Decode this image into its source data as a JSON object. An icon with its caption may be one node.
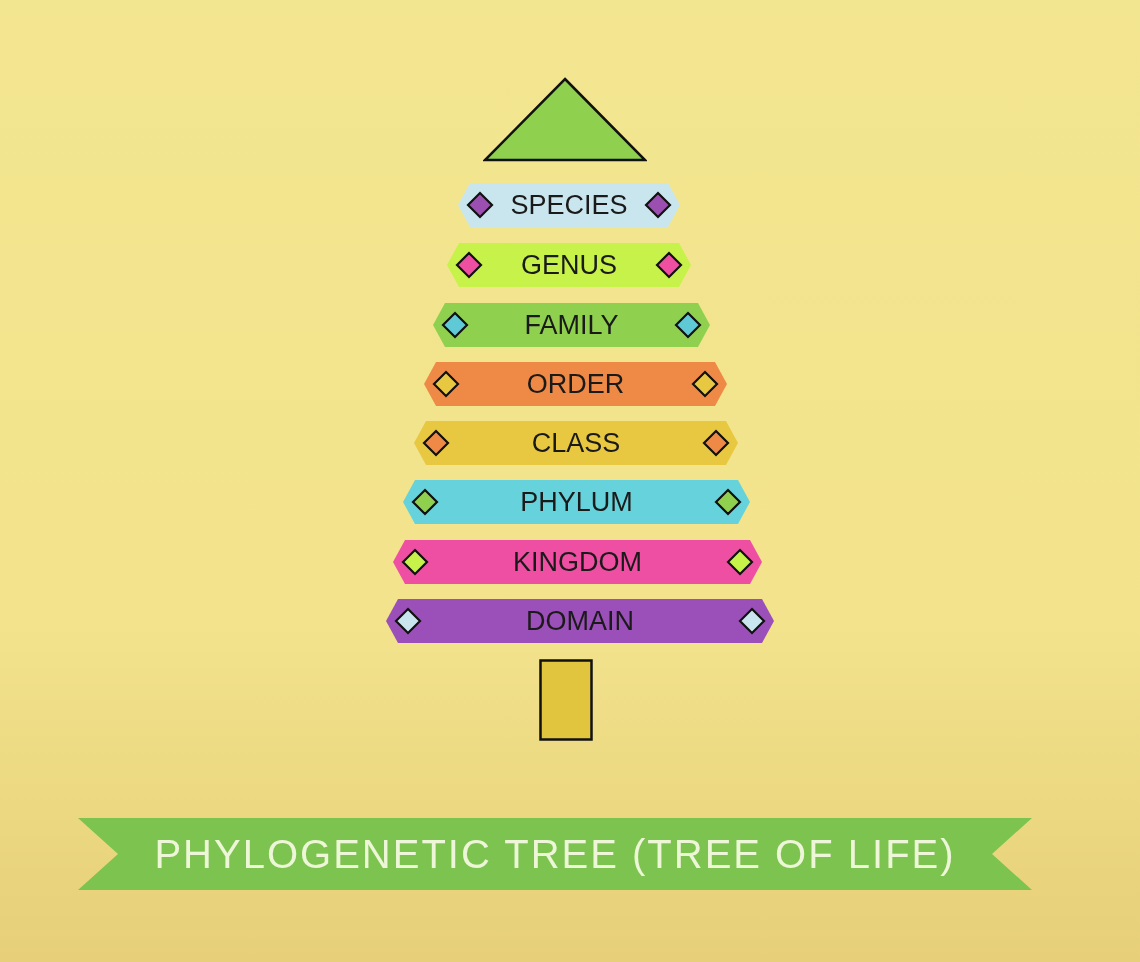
{
  "diagram": {
    "title": "PHYLOGENETIC TREE (TREE OF LIFE)",
    "nodes": [
      {
        "text": [],
        "shape": "triangle"
      },
      {
        "text": [
          "SPECIES"
        ]
      },
      {
        "text": [
          "GENUS"
        ]
      },
      {
        "text": [
          "FAMILY"
        ]
      },
      {
        "text": [
          "ORDER"
        ]
      },
      {
        "text": [
          "CLASS"
        ]
      },
      {
        "text": [
          "PHYLUM"
        ]
      },
      {
        "text": [
          "KINGDOM"
        ]
      },
      {
        "text": [
          "DOMAIN"
        ]
      },
      {
        "text": [],
        "shape": "box"
      }
    ]
  }
}
